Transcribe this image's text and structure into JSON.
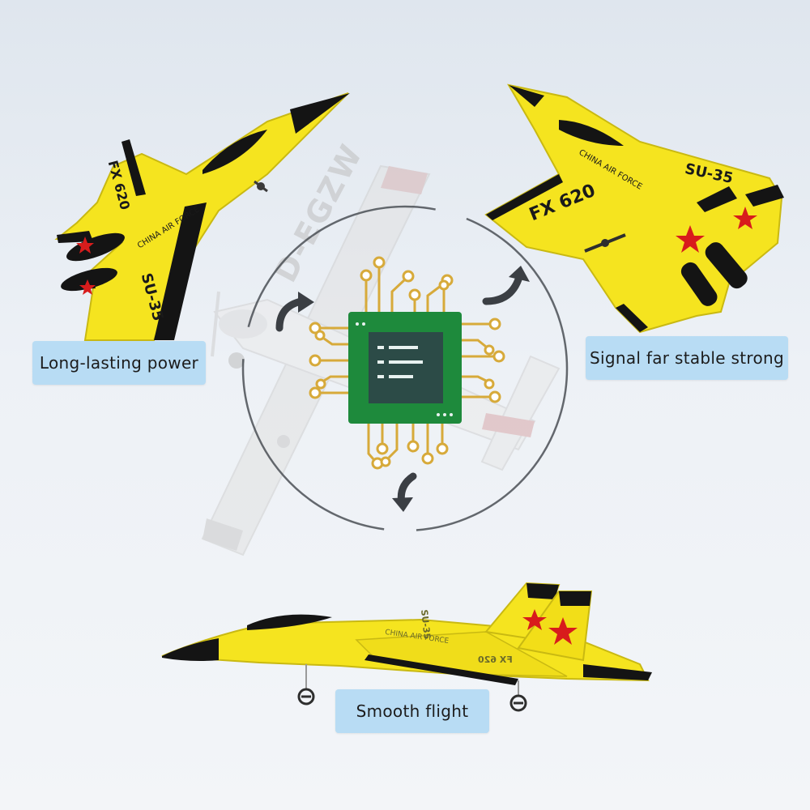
{
  "labels": {
    "power": "Long-lasting power",
    "signal": "Signal far stable strong",
    "smooth": "Smooth flight"
  },
  "plane_markings": {
    "model": "FX 620",
    "type": "SU-35",
    "airforce": "CHINA AIR FORCE",
    "registration": "D-EGZW"
  },
  "colors": {
    "plane_body": "#f5e41f",
    "plane_dark": "#141414",
    "label_bg": "#b8dcf4",
    "chip_green": "#1e8a3c",
    "chip_gold": "#d7aa3a",
    "circle_stroke": "#4a4f55",
    "star": "#d81c1c"
  },
  "icons": {
    "rotate_arrows": "curved-arrow-icon",
    "propeller": "propeller-icon",
    "chip": "circuit-chip-icon"
  }
}
